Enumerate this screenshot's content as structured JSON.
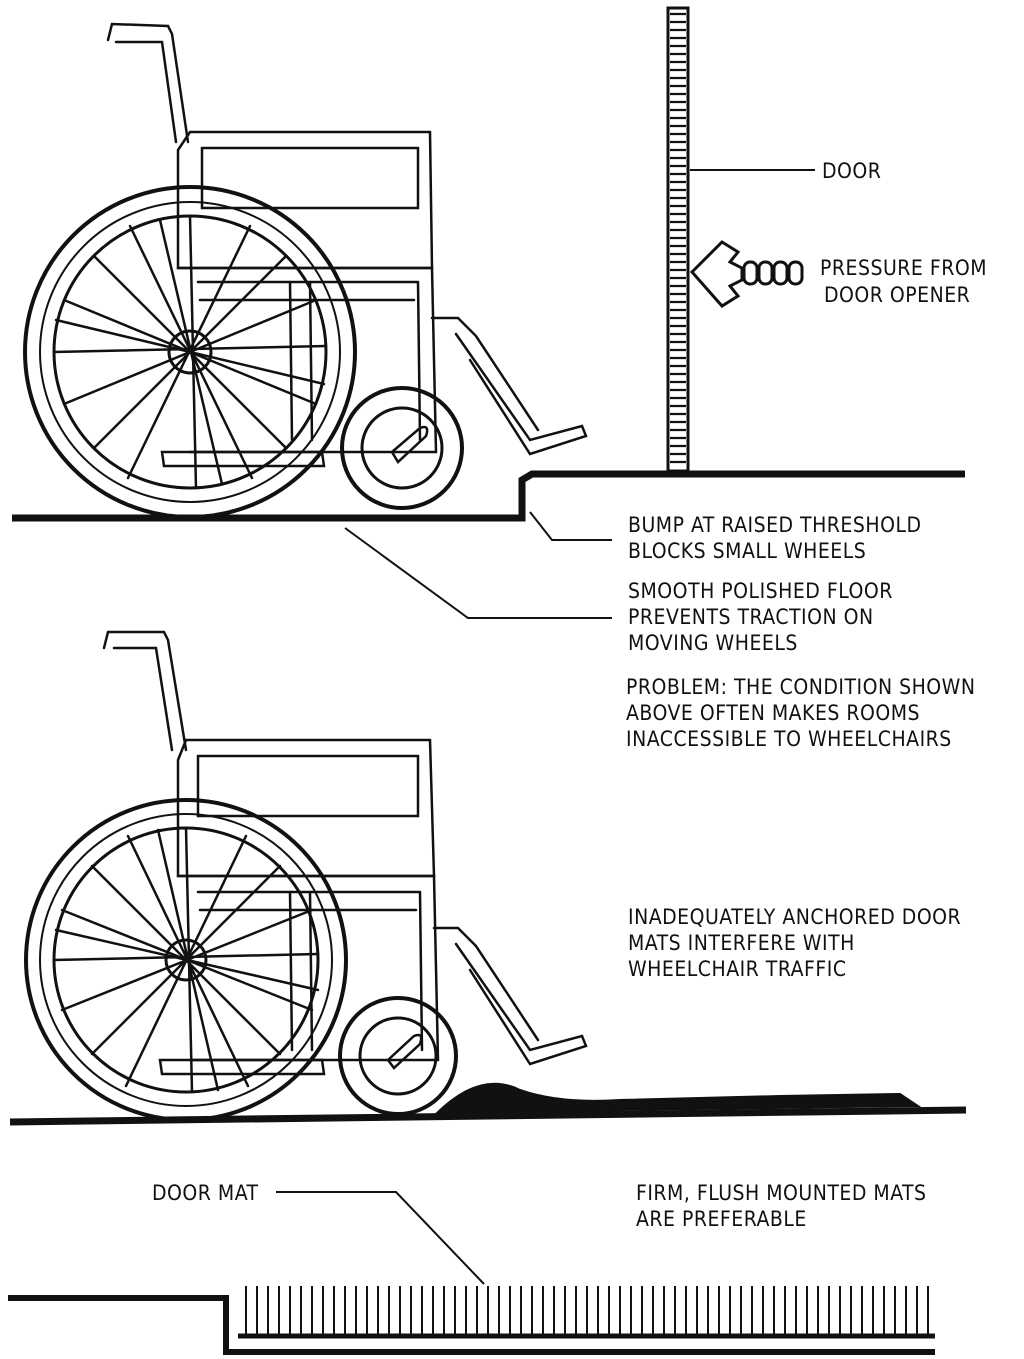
{
  "labels": {
    "door": "DOOR",
    "pressure": [
      "PRESSURE FROM",
      "DOOR OPENER"
    ],
    "bump": [
      "BUMP AT RAISED  THRESHOLD",
      "BLOCKS SMALL WHEELS"
    ],
    "floor": [
      "SMOOTH POLISHED FLOOR",
      "PREVENTS TRACTION ON",
      "MOVING WHEELS"
    ],
    "problem": [
      "PROBLEM: THE CONDITION SHOWN",
      "ABOVE OFTEN MAKES ROOMS",
      "INACCESSIBLE TO WHEELCHAIRS"
    ],
    "mats": [
      "INADEQUATELY ANCHORED DOOR",
      "MATS INTERFERE WITH",
      "WHEELCHAIR TRAFFIC"
    ],
    "door_mat": "DOOR MAT",
    "firm": [
      "FIRM, FLUSH MOUNTED MATS",
      "ARE PREFERABLE"
    ]
  },
  "colors": {
    "ink": "#111111",
    "paper": "#ffffff"
  }
}
